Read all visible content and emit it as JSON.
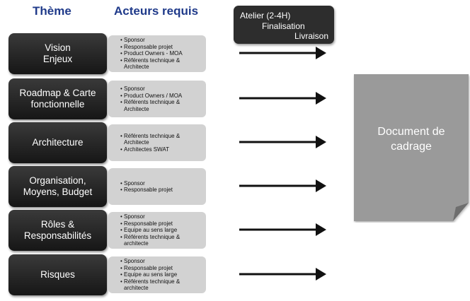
{
  "headers": {
    "theme": "Thème",
    "actors": "Acteurs requis"
  },
  "atelier": {
    "line1": "Atelier (2-4H)",
    "line2": "Finalisation",
    "line3": "Livraison"
  },
  "document": {
    "title": "Document de\ncadrage"
  },
  "colors": {
    "header_text": "#1f3a8a",
    "theme_box": "#222222",
    "actors_box": "#d2d2d2",
    "document": "#9a9a9a",
    "arrow": "#111111"
  },
  "rows": [
    {
      "theme": "Vision\nEnjeux",
      "actors": [
        "Sponsor",
        "Responsable projet",
        "Product Owners - MOA",
        "Référents technique &\nArchitecte"
      ]
    },
    {
      "theme": "Roadmap & Carte\nfonctionnelle",
      "actors": [
        "Sponsor",
        "Product Owners / MOA",
        "Référents technique &\nArchitecte"
      ]
    },
    {
      "theme": "Architecture",
      "actors": [
        "Référents technique &\nArchitecte",
        "Architectes SWAT"
      ]
    },
    {
      "theme": "Organisation,\nMoyens, Budget",
      "actors": [
        "Sponsor",
        "Responsable projet"
      ]
    },
    {
      "theme": "Rôles &\nResponsabilités",
      "actors": [
        "Sponsor",
        "Responsable projet",
        "Equipe au sens large",
        "Référents technique &\narchitecte"
      ]
    },
    {
      "theme": "Risques",
      "actors": [
        "Sponsor",
        "Responsable projet",
        "Equipe au sens large",
        "Référents technique &\narchitecte"
      ]
    }
  ]
}
